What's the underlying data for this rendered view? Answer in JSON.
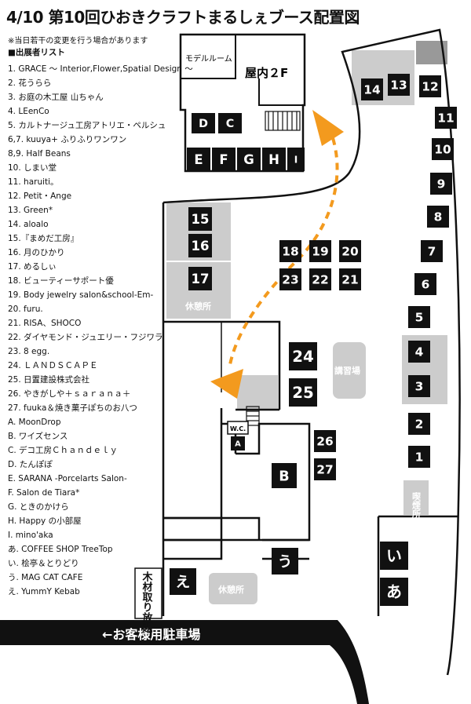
{
  "title": "4/10 第10回ひおきクラフトまるしぇブース配置図",
  "notice": "※当日若干の変更を行う場合があります",
  "list_heading": "■出展者リスト",
  "exhibitors": [
    "1. GRACE ～ Interior,Flower,Spatial Design ～",
    "2. 花うらら",
    "3. お庭の木工屋 山ちゃん",
    "4. LEenCo",
    "5. カルトナージュ工房アトリエ・ペルシュ",
    "6,7. kuuya+ ふりふりワンワン",
    "8,9. Half Beans",
    "10. しまい堂",
    "11. haruiti。",
    "12. Petit・Ange",
    "13. Green*",
    "14. aloalo",
    "15.『まめだ工房』",
    "16. 月のひかり",
    "17. めるしぃ",
    "18. ビューティーサポート優",
    "19. Body jewelry salon&school-Em-",
    "20. furu.",
    "21. RISA、SHOCO",
    "22. ダイヤモンド・ジュエリー・フジワラ",
    "23. 8 egg.",
    "24. ＬＡＮＤＳＣＡＰＥ",
    "25. 日置建設株式会社",
    "26. やきがしや＋ｓａｒａｎａ＋",
    "27. fuuka＆焼き菓子ぽちのお八つ",
    "A. MoonDrop",
    "B. ワイズセンス",
    "C. デコ工房Ｃｈａｎｄｅｌｙ",
    "D. たんぽぽ",
    "E. SARANA -Porcelarts Salon-",
    "F. Salon de Tiara*",
    "G. ときのかけら",
    "H. Happy の小部屋",
    "I. mino'aka",
    "あ. COFFEE SHOP TreeTop",
    "い. 桧亭＆とりどり",
    "う. MAG CAT CAFE",
    "え. YummY Kebab"
  ],
  "map": {
    "model_room": "モデルルーム",
    "indoor_2f": "屋内２F",
    "rest_area_1": "休憩所",
    "rest_area_2": "休憩所",
    "lecture_hall": "講習場",
    "smoking": "喫煙所",
    "wc": "W.C.",
    "wood_free": "木材取り放題",
    "parking": "←お客様用駐車場",
    "booths": [
      {
        "label": "1"
      },
      {
        "label": "2"
      },
      {
        "label": "3"
      },
      {
        "label": "4"
      },
      {
        "label": "5"
      },
      {
        "label": "6"
      },
      {
        "label": "7"
      },
      {
        "label": "8"
      },
      {
        "label": "9"
      },
      {
        "label": "10"
      },
      {
        "label": "11"
      },
      {
        "label": "12"
      },
      {
        "label": "13"
      },
      {
        "label": "14"
      },
      {
        "label": "15"
      },
      {
        "label": "16"
      },
      {
        "label": "17"
      },
      {
        "label": "18"
      },
      {
        "label": "19"
      },
      {
        "label": "20"
      },
      {
        "label": "21"
      },
      {
        "label": "22"
      },
      {
        "label": "23"
      },
      {
        "label": "24"
      },
      {
        "label": "25"
      },
      {
        "label": "26"
      },
      {
        "label": "27"
      },
      {
        "label": "A"
      },
      {
        "label": "B"
      },
      {
        "label": "C"
      },
      {
        "label": "D"
      },
      {
        "label": "E"
      },
      {
        "label": "F"
      },
      {
        "label": "G"
      },
      {
        "label": "H"
      },
      {
        "label": "I"
      },
      {
        "label": "あ"
      },
      {
        "label": "い"
      },
      {
        "label": "う"
      },
      {
        "label": "え"
      }
    ],
    "colors": {
      "booth": "#111111",
      "arrow": "#f39a1e",
      "gray_zone": "#cccccc",
      "road": "#111111"
    }
  }
}
